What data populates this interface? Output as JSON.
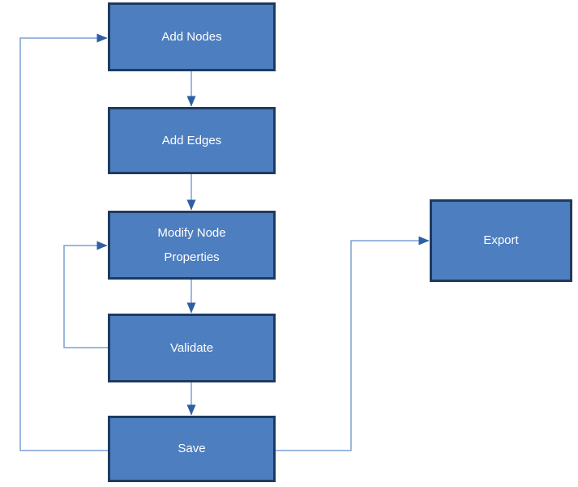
{
  "diagram": {
    "type": "flowchart",
    "nodes": [
      {
        "id": "add-nodes",
        "label": "Add Nodes"
      },
      {
        "id": "add-edges",
        "label": "Add Edges"
      },
      {
        "id": "modify-node-properties",
        "label": "Modify Node Properties"
      },
      {
        "id": "validate",
        "label": "Validate"
      },
      {
        "id": "save",
        "label": "Save"
      },
      {
        "id": "export",
        "label": "Export"
      }
    ],
    "edges": [
      {
        "from": "add-nodes",
        "to": "add-edges",
        "kind": "forward"
      },
      {
        "from": "add-edges",
        "to": "modify-node-properties",
        "kind": "forward"
      },
      {
        "from": "modify-node-properties",
        "to": "validate",
        "kind": "forward"
      },
      {
        "from": "validate",
        "to": "save",
        "kind": "forward"
      },
      {
        "from": "validate",
        "to": "modify-node-properties",
        "kind": "loop-back"
      },
      {
        "from": "save",
        "to": "add-nodes",
        "kind": "loop-back"
      },
      {
        "from": "save",
        "to": "export",
        "kind": "forward"
      }
    ],
    "colors": {
      "node_fill": "#4d7ebf",
      "node_border": "#1f3a5f",
      "node_text": "#ffffff",
      "connector_line": "#7aa0d4",
      "arrowhead_fill": "#2f5fa3",
      "background": "#ffffff"
    }
  }
}
